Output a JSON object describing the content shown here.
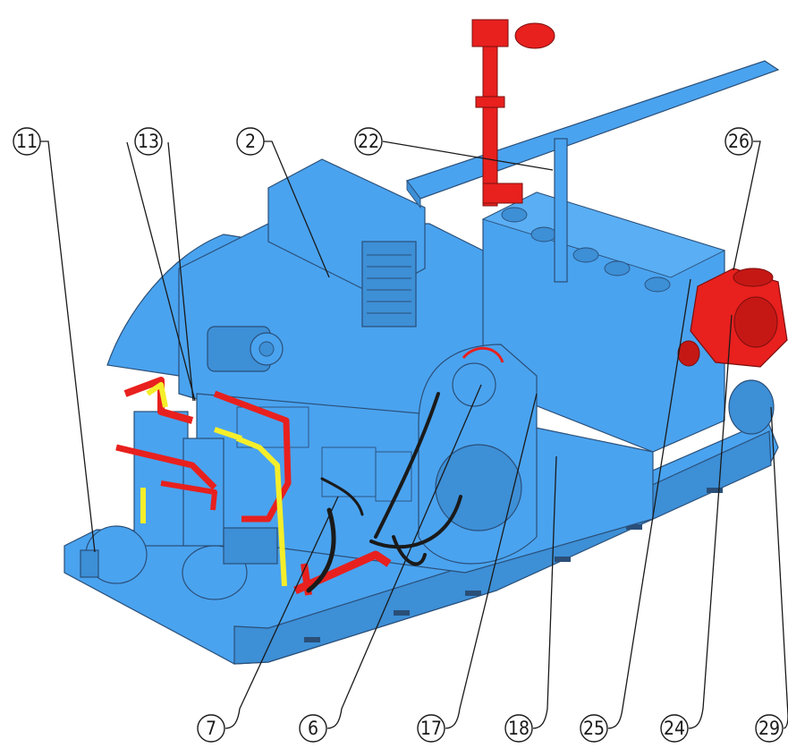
{
  "callouts": [
    {
      "id": "c11",
      "label": "11"
    },
    {
      "id": "c13",
      "label": "13"
    },
    {
      "id": "c2",
      "label": "2"
    },
    {
      "id": "c22",
      "label": "22"
    },
    {
      "id": "c26",
      "label": "26"
    },
    {
      "id": "c7",
      "label": "7"
    },
    {
      "id": "c6",
      "label": "6"
    },
    {
      "id": "c17",
      "label": "17"
    },
    {
      "id": "c18",
      "label": "18"
    },
    {
      "id": "c25",
      "label": "25"
    },
    {
      "id": "c24",
      "label": "24"
    },
    {
      "id": "c29",
      "label": "29"
    }
  ],
  "colors": {
    "body": "#4aa3ef",
    "body_dark": "#3d8fd6",
    "piping_red": "#e8201e",
    "piping_yellow": "#f5ee2a",
    "hose_black": "#1a1a1a",
    "outline": "#2a4f78"
  }
}
